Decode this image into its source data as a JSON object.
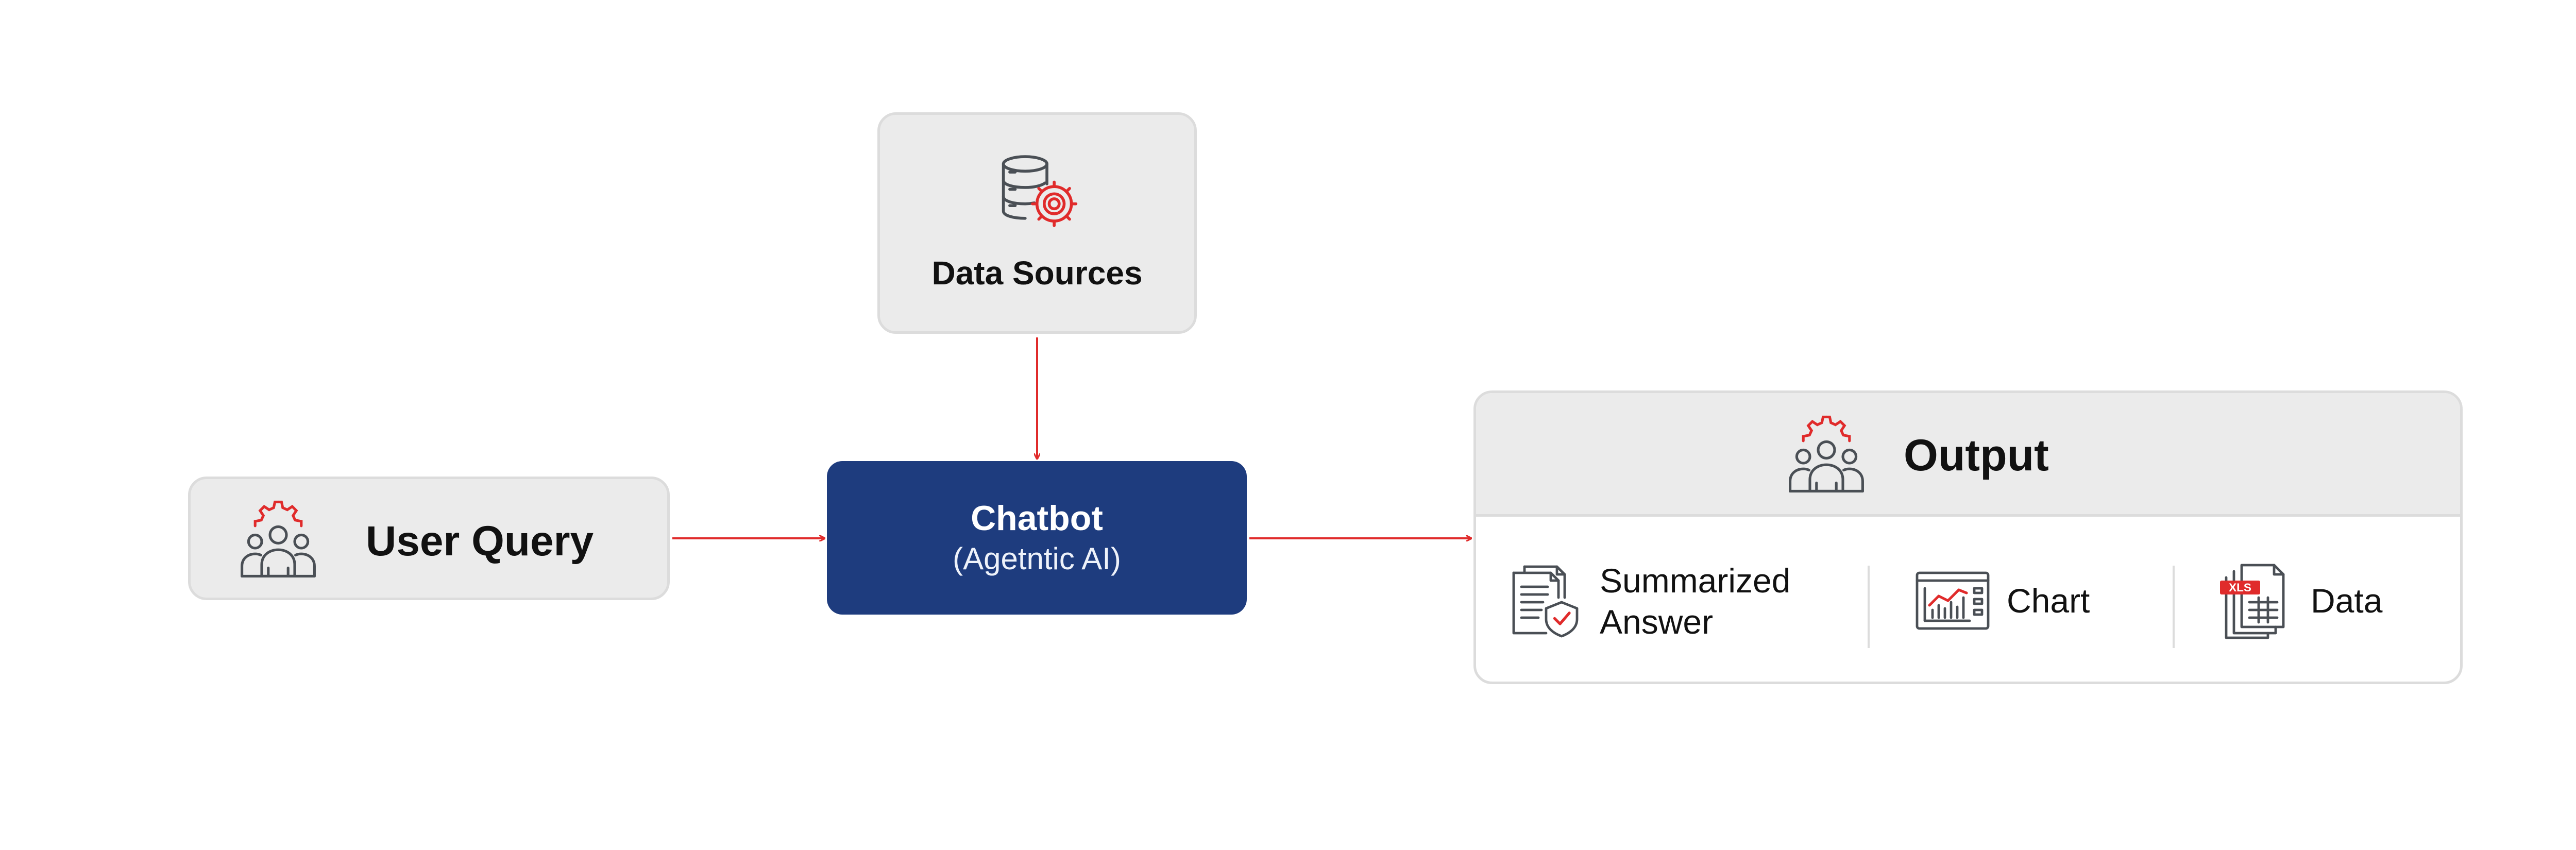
{
  "nodes": {
    "data_sources": {
      "label": "Data Sources",
      "icon": "database-gear-icon"
    },
    "user_query": {
      "label": "User Query",
      "icon": "users-gear-icon"
    },
    "chatbot": {
      "title": "Chatbot",
      "subtitle": "(Agetntic AI)"
    },
    "output": {
      "label": "Output",
      "icon": "users-gear-icon",
      "items": [
        {
          "label_line1": "Summarized",
          "label_line2": "Answer",
          "icon": "document-check-icon"
        },
        {
          "label_line1": "Chart",
          "icon": "chart-window-icon"
        },
        {
          "label_line1": "Data",
          "icon": "xls-file-icon"
        }
      ]
    }
  },
  "edges": [
    {
      "from": "data_sources",
      "to": "chatbot"
    },
    {
      "from": "user_query",
      "to": "chatbot"
    },
    {
      "from": "chatbot",
      "to": "output"
    }
  ],
  "colors": {
    "accent": "#e02b2b",
    "icon_stroke": "#4a4f55",
    "box_fill": "#ebebeb",
    "box_border": "#dcdcdc",
    "chatbot_fill": "#1e3c7e"
  }
}
